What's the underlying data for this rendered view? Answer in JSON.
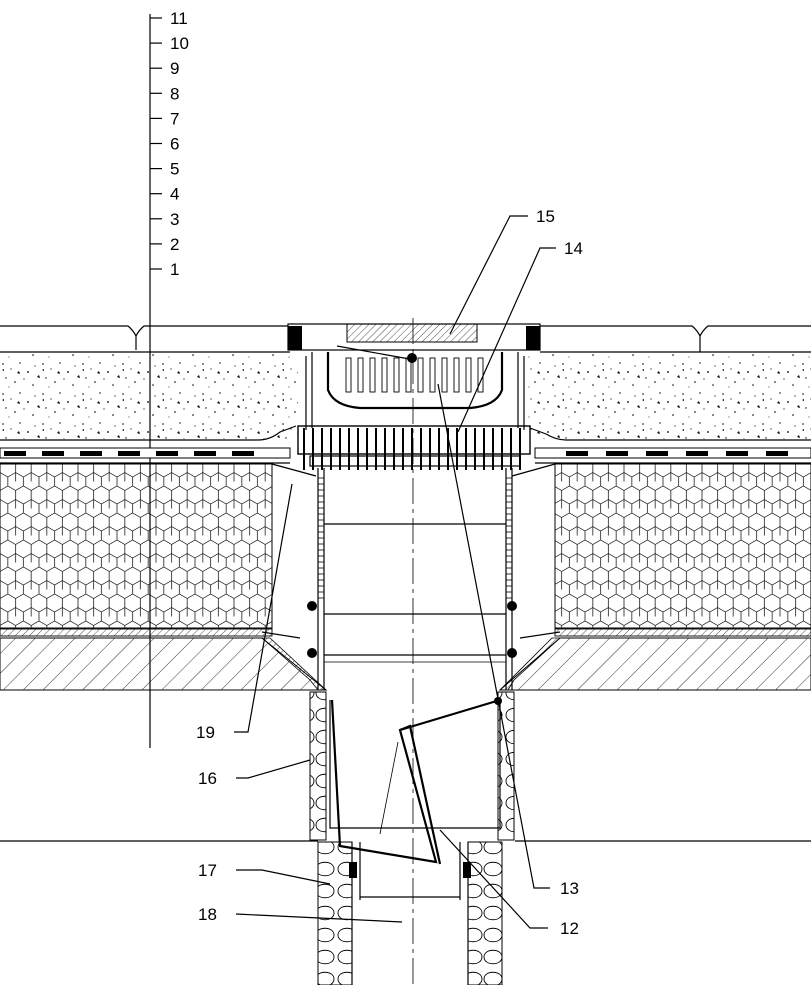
{
  "scale": {
    "ticks": [
      "11",
      "10",
      "9",
      "8",
      "7",
      "6",
      "5",
      "4",
      "3",
      "2",
      "1"
    ]
  },
  "callouts": {
    "c15": "15",
    "c14": "14",
    "c19": "19",
    "c16": "16",
    "c17": "17",
    "c18": "18",
    "c13": "13",
    "c12": "12"
  },
  "colors": {
    "line": "#000000",
    "background": "#ffffff"
  }
}
